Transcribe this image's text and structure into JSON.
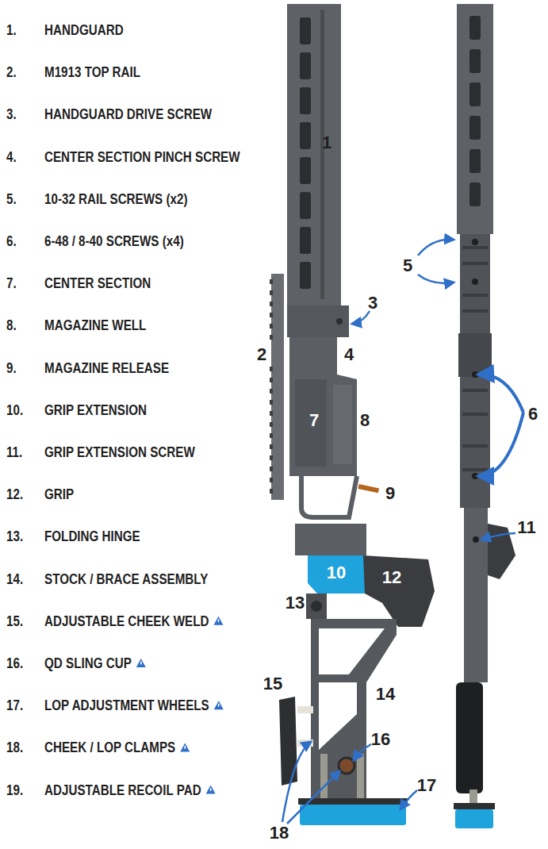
{
  "diagram": {
    "labels": [
      "1.",
      "HANDGUARD",
      "2.",
      "M1913 TOP RAIL",
      "3.",
      "HANDGUARD DRIVE SCREW",
      "4.",
      "CENTER SECTION PINCH SCREW",
      "5.",
      "10-32 RAIL SCREWS (x2)",
      "6.",
      "6-48 / 8-40  SCREWS (x4)",
      "7.",
      "CENTER SECTION",
      "8.",
      "MAGAZINE WELL",
      "9.",
      "MAGAZINE RELEASE",
      "10.",
      "GRIP EXTENSION",
      "11.",
      "GRIP EXTENSION SCREW",
      "12.",
      "GRIP",
      "13.",
      "FOLDING HINGE",
      "14.",
      "STOCK / BRACE ASSEMBLY",
      "15.",
      "ADJUSTABLE CHEEK WELD",
      "16.",
      "QD SLING CUP",
      "17.",
      "LOP ADJUSTMENT WHEELS",
      "18.",
      "CHEEK / LOP CLAMPS",
      "19.",
      "ADJUSTABLE RECOIL PAD",
      "1",
      "2",
      "3",
      "4",
      "5",
      "6",
      "7",
      "8",
      "9",
      "10",
      "11",
      "12",
      "13",
      "14",
      "15",
      "16",
      "17",
      "18"
    ]
  }
}
